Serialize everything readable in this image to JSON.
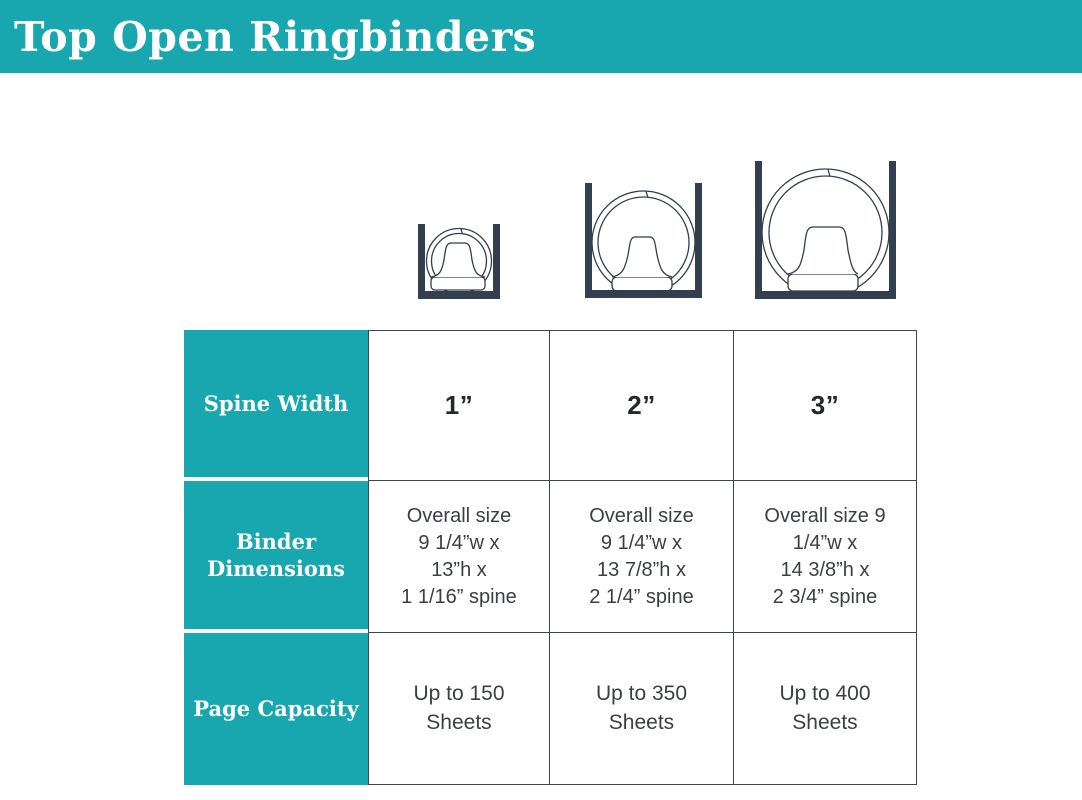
{
  "banner": {
    "title": "Top Open Ringbinders",
    "background_color": "#18A6AF",
    "text_color": "#FFFFFF"
  },
  "diagrams": {
    "line_color": "#333E4F",
    "items": [
      {
        "icon": "binder-cross-section-1-inch-icon",
        "spine_width": "1”"
      },
      {
        "icon": "binder-cross-section-2-inch-icon",
        "spine_width": "2”"
      },
      {
        "icon": "binder-cross-section-3-inch-icon",
        "spine_width": "3”"
      }
    ]
  },
  "table": {
    "accent_color": "#18A6AF",
    "border_color": "#3D4450",
    "text_color": "#3B3F44",
    "rows": [
      {
        "label": "Spine Width",
        "cells": [
          "1”",
          "2”",
          "3”"
        ]
      },
      {
        "label": "Binder\nDimensions",
        "cells": [
          "Overall size\n9 1/4”w x\n13”h x\n1 1/16” spine",
          "Overall size\n9 1/4”w x\n13 7/8”h x\n2 1/4” spine",
          "Overall size 9\n1/4”w x\n14 3/8”h x\n2 3/4” spine"
        ]
      },
      {
        "label": "Page Capacity",
        "cells": [
          "Up to 150\nSheets",
          "Up to 350\nSheets",
          "Up to 400\nSheets"
        ]
      }
    ]
  }
}
